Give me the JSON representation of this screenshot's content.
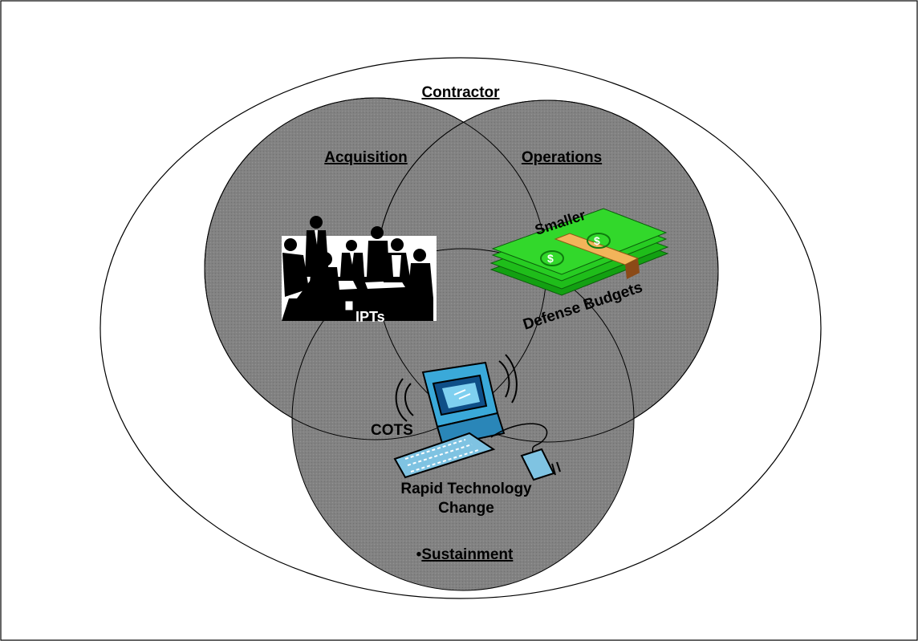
{
  "diagram": {
    "outer_label": "Contractor",
    "circles": [
      {
        "label": "Acquisition"
      },
      {
        "label": "Operations"
      },
      {
        "label": "Sustainment",
        "bullet": "•"
      }
    ],
    "annotations": {
      "ipts": "IPTs",
      "smaller": "Smaller",
      "defense_budgets": "Defense Budgets",
      "cots": "COTS",
      "rapid_line1": "Rapid Technology",
      "rapid_line2": "Change"
    },
    "colors": {
      "circle_fill": "#808080",
      "money_green": "#22c41b",
      "money_band": "#f2b45a",
      "monitor_blue": "#3aa9d9",
      "keyboard_blue": "#7fc3e2"
    },
    "icons": [
      "meeting-clipart-icon",
      "money-stack-icon",
      "computer-icon"
    ]
  }
}
